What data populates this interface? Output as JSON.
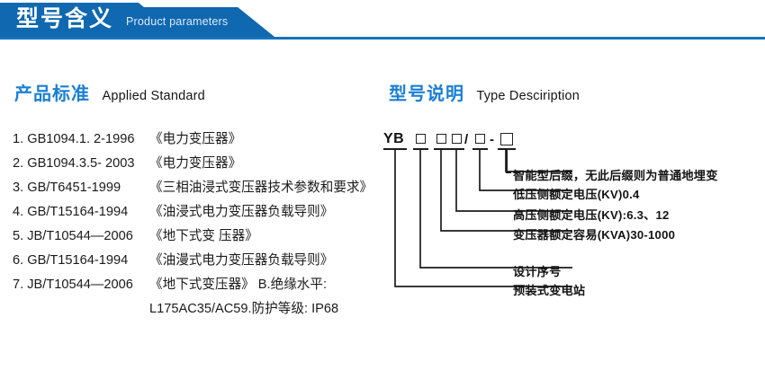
{
  "banner": {
    "title": "型号含义",
    "subtitle": "Product parameters",
    "bar_color": "#0f68b0",
    "rule_color": "#1173bb"
  },
  "sections": {
    "left": {
      "heading_cn": "产品标准",
      "heading_en": "Applied Standard",
      "heading_color": "#1a7fd4"
    },
    "right": {
      "heading_cn": "型号说明",
      "heading_en": "Type Desciription",
      "heading_color": "#1a7fd4"
    }
  },
  "standards": [
    {
      "index": "1.",
      "code": "GB1094.1. 2-1996",
      "name": "《电力变压器》"
    },
    {
      "index": "2.",
      "code": "GB1094.3.5- 2003",
      "name": "《电力变压器》"
    },
    {
      "index": "3.",
      "code": "GB/T6451-1999",
      "name": "《三相油浸式变压器技术参数和要求》"
    },
    {
      "index": "4.",
      "code": "GB/T15164-1994",
      "name": "《油浸式电力变压器负载导则》"
    },
    {
      "index": "5.",
      "code": "JB/T10544—2006",
      "name": "《地下式变 压器》"
    },
    {
      "index": "6.",
      "code": "GB/T15164-1994",
      "name": "《油漫式电力变压器负载导则》"
    },
    {
      "index": "7.",
      "code": "JB/T10544—2006",
      "name": "《地下式变压器》 B.绝缘水平:"
    }
  ],
  "standards_continuation": "L175AC35/AC59.防护等级: IP68",
  "model_code": {
    "prefix": "YB",
    "slash": "/",
    "dash": "-",
    "boxes": [
      "box-1",
      "box-2",
      "box-3",
      "box-4",
      "box-5"
    ]
  },
  "annotations": [
    {
      "key": "smart-suffix",
      "text": "智能型后缀，无此后缀则为普通地埋变"
    },
    {
      "key": "lv-rated-voltage",
      "text": "低压侧额定电压(KV)0.4"
    },
    {
      "key": "hv-rated-voltage",
      "text": "高压侧额定电压(KV):6.3、12"
    },
    {
      "key": "rated-capacity",
      "text": "变压器额定容易(KVA)30-1000"
    },
    {
      "key": "design-serial",
      "text": "设计序号"
    },
    {
      "key": "prefab-substation",
      "text": "预装式变电站"
    }
  ]
}
